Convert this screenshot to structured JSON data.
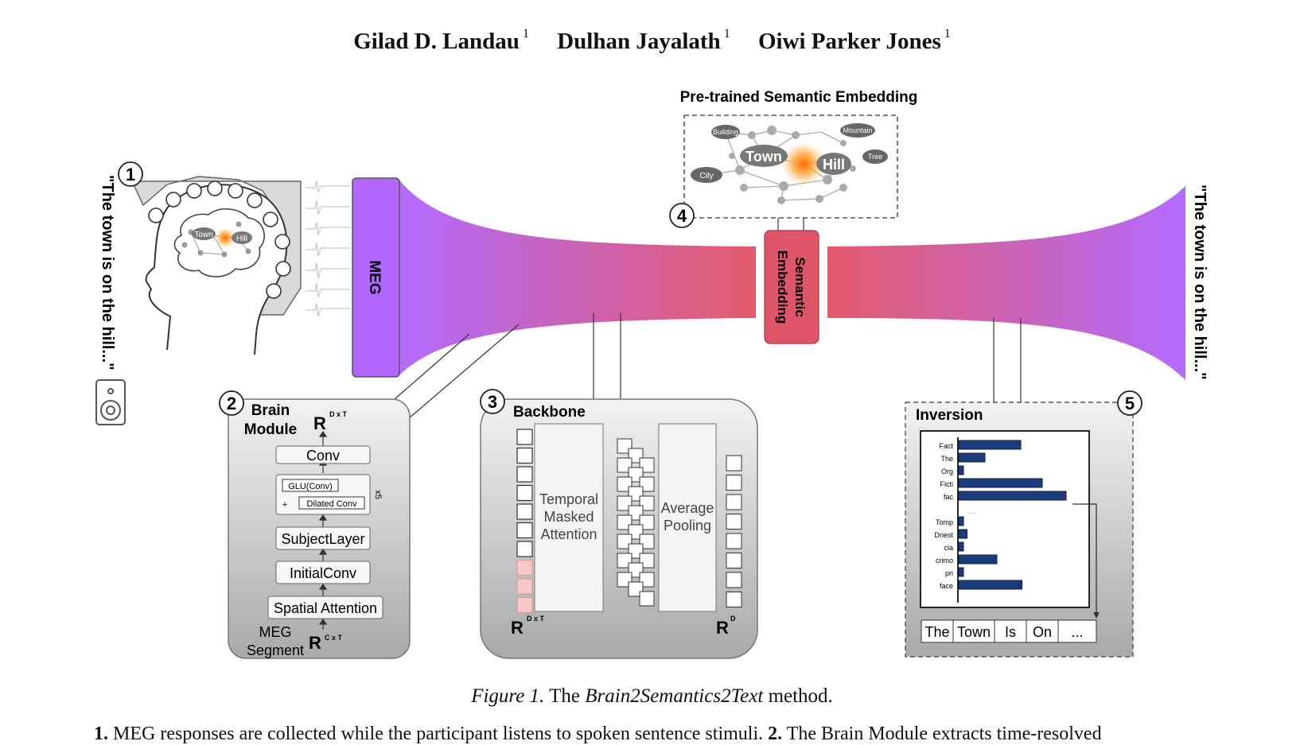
{
  "authors": [
    {
      "name": "Gilad D. Landau",
      "affil": "1"
    },
    {
      "name": "Dulhan Jayalath",
      "affil": "1"
    },
    {
      "name": "Oiwi Parker Jones",
      "affil": "1"
    }
  ],
  "figure": {
    "quote_left": "\"The town is on the hill...\"",
    "quote_right": "\"The town is on the hill...\"",
    "meg_label": "MEG",
    "semantic_box_label": "Semantic Embedding",
    "embedding": {
      "title": "Pre-trained Semantic Embedding",
      "town": "Town",
      "hill": "Hill",
      "building": "Building",
      "mountain": "Mountain",
      "city": "City",
      "tree": "Tree"
    },
    "brain_words": {
      "town": "Town",
      "hill": "Hill"
    },
    "steps": {
      "s1": "1",
      "s2": "2",
      "s3": "3",
      "s4": "4",
      "s5": "5"
    },
    "brain_module": {
      "title_1": "Brain",
      "title_2": "Module",
      "r_top": "R",
      "r_top_sup": "D x T",
      "conv": "Conv",
      "glu": "GLU(Conv)",
      "dilated": "Dilated Conv",
      "plus": "+",
      "repeat": "x5",
      "subject": "SubjectLayer",
      "initial": "InitialConv",
      "spatial": "Spatial Attention",
      "meg_1": "MEG",
      "meg_2": "Segment",
      "r_bottom": "R",
      "r_bottom_sup": "C x T"
    },
    "backbone": {
      "title": "Backbone",
      "tma_1": "Temporal",
      "tma_2": "Masked",
      "tma_3": "Attention",
      "pool_1": "Average",
      "pool_2": "Pooling",
      "r_left": "R",
      "r_left_sup": "D x T",
      "r_right": "R",
      "r_right_sup": "D"
    },
    "inversion": {
      "title": "Inversion",
      "bars": [
        {
          "label": "Fact",
          "value": 0.52
        },
        {
          "label": "The",
          "value": 0.22
        },
        {
          "label": "Org",
          "value": 0.04
        },
        {
          "label": "Ficti",
          "value": 0.7
        },
        {
          "label": "fac",
          "value": 0.9
        },
        {
          "label": "Tomp",
          "value": 0.04
        },
        {
          "label": "Driest",
          "value": 0.07
        },
        {
          "label": "cla",
          "value": 0.04
        },
        {
          "label": "crimo",
          "value": 0.32
        },
        {
          "label": "pri",
          "value": 0.04
        },
        {
          "label": "face",
          "value": 0.53
        }
      ],
      "ellipsis": "...",
      "tokens": [
        "The",
        "Town",
        "Is",
        "On",
        "..."
      ]
    }
  },
  "caption": {
    "label": "Figure 1.",
    "pre": "The",
    "method": "Brain2Semantics2Text",
    "post": "method."
  },
  "body": {
    "n1": "1.",
    "t1": "MEG responses are collected while the participant listens to spoken sentence stimuli.",
    "n2": "2.",
    "t2": "The Brain Module extracts time-resolved"
  }
}
